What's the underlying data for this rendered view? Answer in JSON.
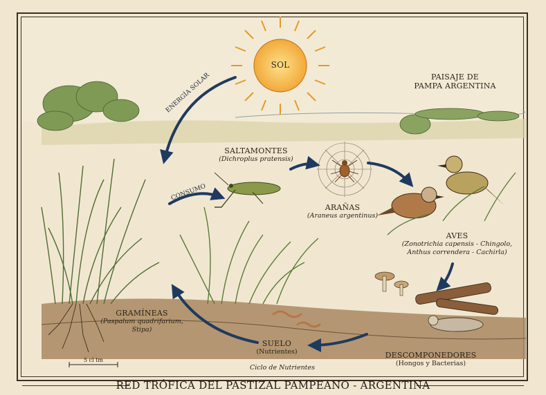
{
  "sun_label": "SOL",
  "landscape_title": [
    "PAISAJE DE",
    "PAMPA ARGENTINA"
  ],
  "arrow_labels": {
    "solar": "ENERGÍA SOLAR",
    "consumo": "CONSUMO",
    "ciclo": "Ciclo de Nutrientes"
  },
  "nodes": {
    "saltamontes": {
      "name": "SALTAMONTES",
      "sci": "(Dichroplus pratensis)"
    },
    "aranas": {
      "name": "ARAÑAS",
      "sci": "(Araneus argentinus)"
    },
    "aves": {
      "name": "AVES",
      "sci_line1": "(Zonotrichia capensis - Chingolo,",
      "sci_line2": "Anthus correndera - Cachirla)"
    },
    "graminea": {
      "name": "GRAMÍNEAS",
      "sci_line1": "(Paspalum quadrifarium,",
      "sci_line2": "Stipa)"
    },
    "suelo": {
      "name": "SUELO",
      "sub": "(Nutrientes)"
    },
    "descomp": {
      "name": "DESCOMPONEDORES",
      "sub": "(Hongos y Bacterias)"
    }
  },
  "scale_bar": "5 cl tm",
  "title": "RED TRÓFICA DEL PASTIZAL PAMPEANO - ARGENTINA",
  "colors": {
    "paper": "#f1e7d1",
    "ink": "#2a2218",
    "arrow": "#1f3a5f",
    "sun": "#f2b23a",
    "grass": "#6f8a4a",
    "soil": "#8a6a48"
  }
}
